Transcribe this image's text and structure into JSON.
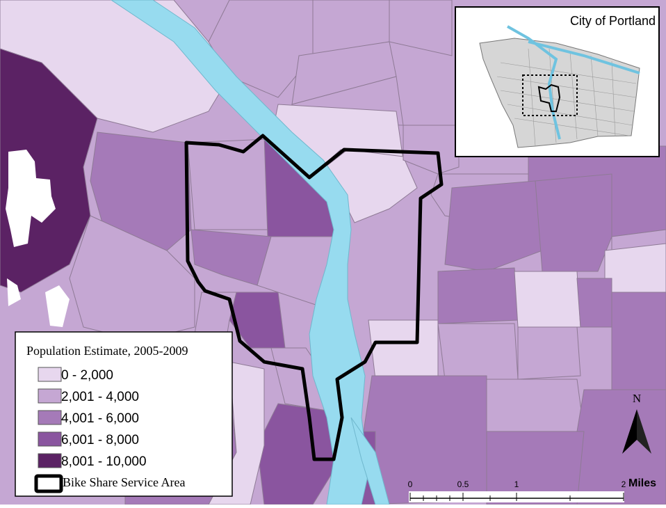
{
  "inset": {
    "title": "City of Portland"
  },
  "legend": {
    "title": "Population Estimate, 2005-2009",
    "classes": [
      {
        "label": "0 - 2,000",
        "color": "#e7d7ee"
      },
      {
        "label": "2,001 - 4,000",
        "color": "#c5a7d3"
      },
      {
        "label": "4,001 - 6,000",
        "color": "#a57ab8"
      },
      {
        "label": "6,001 - 8,000",
        "color": "#8a559f"
      },
      {
        "label": "8,001 - 10,000",
        "color": "#5b2264"
      }
    ],
    "service_area_label": "Bike Share Service Area"
  },
  "north_arrow": {
    "label": "N"
  },
  "scale_bar": {
    "ticks": [
      "0",
      "0.5",
      "1",
      "2"
    ],
    "unit": "Miles"
  },
  "colors": {
    "river": "#97dbef",
    "service_area_outline": "#000000",
    "tract_border": "#8e7a95"
  }
}
